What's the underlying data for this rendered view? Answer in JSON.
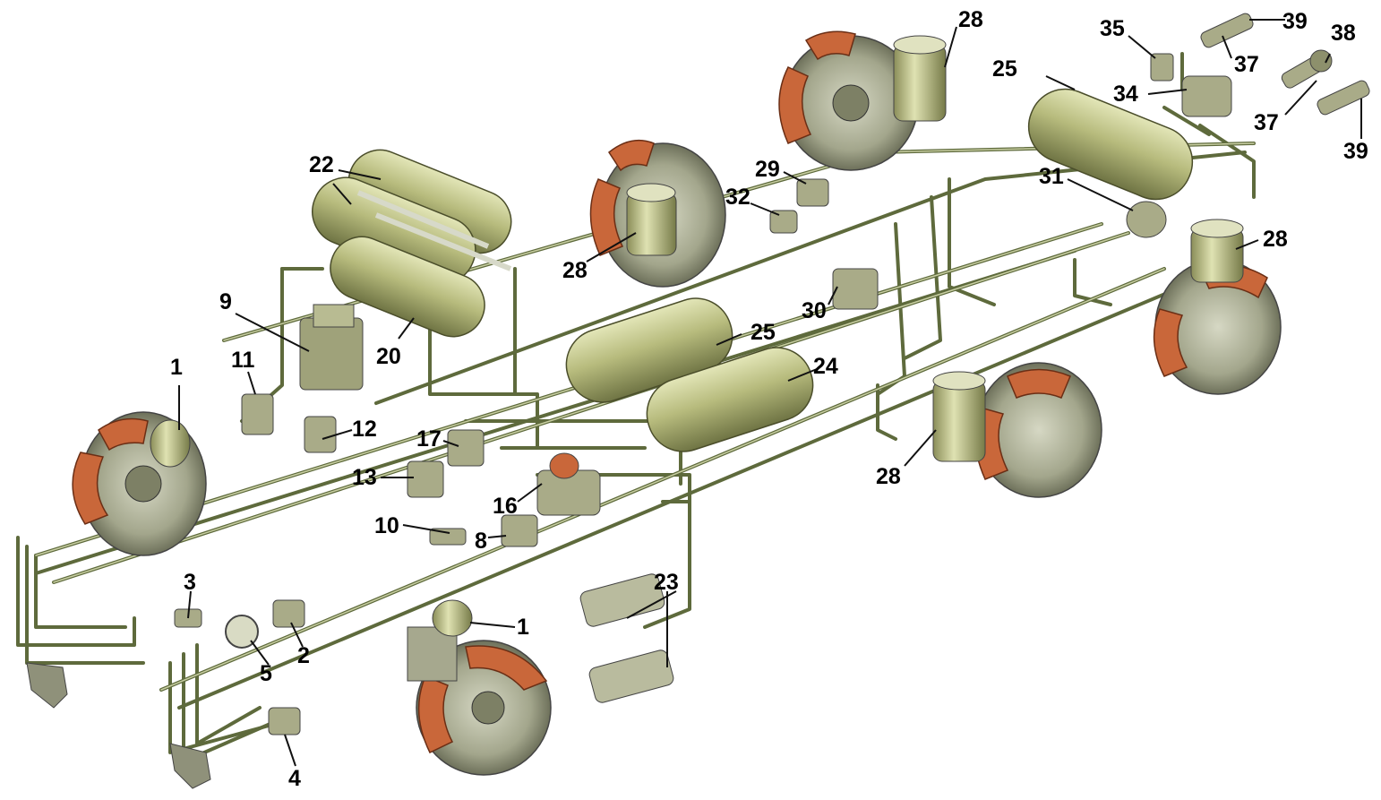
{
  "diagram": {
    "colors": {
      "background": "#ffffff",
      "pipe": "#5e6a3c",
      "tank": "#b6bb7c",
      "brake_lining": "#c9673a",
      "drum": "#9a9d86",
      "label": "#000000"
    },
    "callouts": [
      {
        "id": "c1a",
        "text": "1"
      },
      {
        "id": "c1b",
        "text": "1"
      },
      {
        "id": "c2",
        "text": "2"
      },
      {
        "id": "c3",
        "text": "3"
      },
      {
        "id": "c4",
        "text": "4"
      },
      {
        "id": "c5",
        "text": "5"
      },
      {
        "id": "c8",
        "text": "8"
      },
      {
        "id": "c9",
        "text": "9"
      },
      {
        "id": "c10",
        "text": "10"
      },
      {
        "id": "c11",
        "text": "11"
      },
      {
        "id": "c12",
        "text": "12"
      },
      {
        "id": "c13",
        "text": "13"
      },
      {
        "id": "c16",
        "text": "16"
      },
      {
        "id": "c17",
        "text": "17"
      },
      {
        "id": "c20",
        "text": "20"
      },
      {
        "id": "c22",
        "text": "22"
      },
      {
        "id": "c23",
        "text": "23"
      },
      {
        "id": "c24",
        "text": "24"
      },
      {
        "id": "c25a",
        "text": "25"
      },
      {
        "id": "c25b",
        "text": "25"
      },
      {
        "id": "c28a",
        "text": "28"
      },
      {
        "id": "c28b",
        "text": "28"
      },
      {
        "id": "c28c",
        "text": "28"
      },
      {
        "id": "c28d",
        "text": "28"
      },
      {
        "id": "c29",
        "text": "29"
      },
      {
        "id": "c30",
        "text": "30"
      },
      {
        "id": "c31",
        "text": "31"
      },
      {
        "id": "c32",
        "text": "32"
      },
      {
        "id": "c34",
        "text": "34"
      },
      {
        "id": "c35",
        "text": "35"
      },
      {
        "id": "c37a",
        "text": "37"
      },
      {
        "id": "c37b",
        "text": "37"
      },
      {
        "id": "c38",
        "text": "38"
      },
      {
        "id": "c39a",
        "text": "39"
      },
      {
        "id": "c39b",
        "text": "39"
      }
    ]
  }
}
